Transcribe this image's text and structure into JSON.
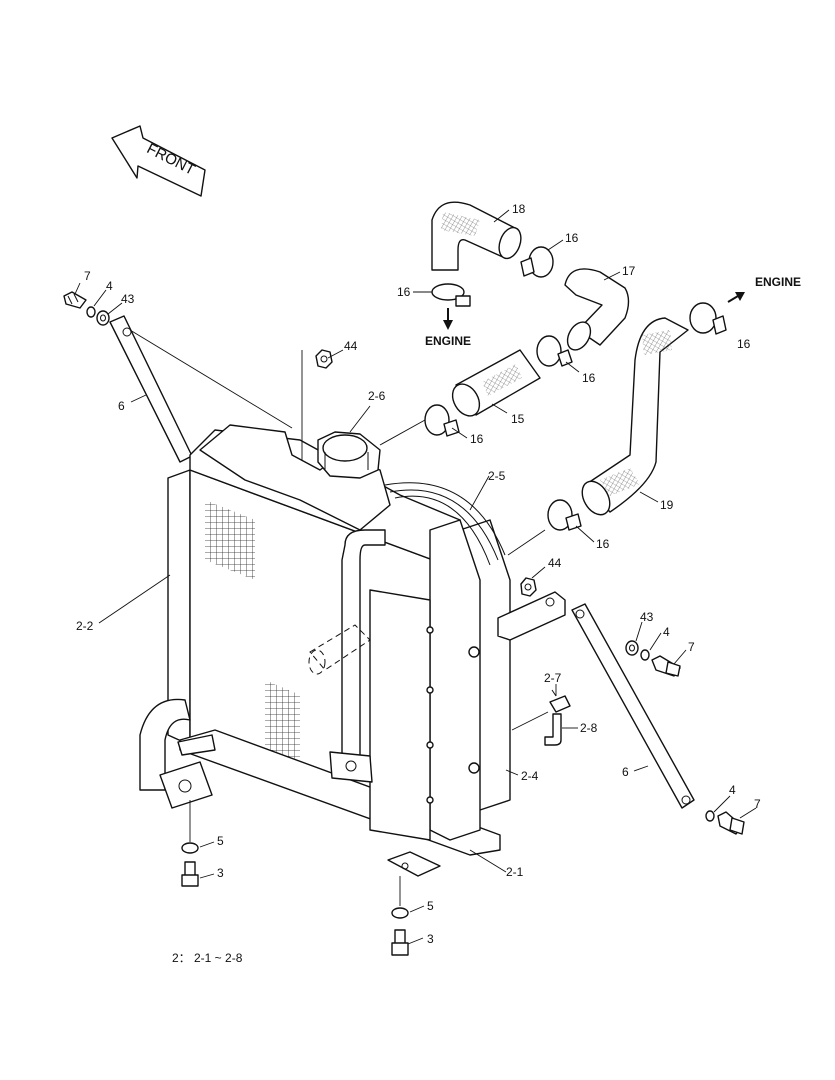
{
  "front_label": "FRONT",
  "engine_label": "ENGINE",
  "footnote": "2：  2-1 ~ 2-8",
  "callouts": [
    {
      "key": "c7a",
      "text": "7"
    },
    {
      "key": "c4a",
      "text": "4"
    },
    {
      "key": "c43a",
      "text": "43"
    },
    {
      "key": "c6a",
      "text": "6"
    },
    {
      "key": "c44a",
      "text": "44"
    },
    {
      "key": "c2_6",
      "text": "2-6"
    },
    {
      "key": "c18",
      "text": "18"
    },
    {
      "key": "c16a",
      "text": "16"
    },
    {
      "key": "c16b",
      "text": "16"
    },
    {
      "key": "c17",
      "text": "17"
    },
    {
      "key": "c16c",
      "text": "16"
    },
    {
      "key": "c16d",
      "text": "16"
    },
    {
      "key": "c15",
      "text": "15"
    },
    {
      "key": "c16e",
      "text": "16"
    },
    {
      "key": "c2_5",
      "text": "2-5"
    },
    {
      "key": "c19",
      "text": "19"
    },
    {
      "key": "c16f",
      "text": "16"
    },
    {
      "key": "c44b",
      "text": "44"
    },
    {
      "key": "c2_2",
      "text": "2-2"
    },
    {
      "key": "c43b",
      "text": "43"
    },
    {
      "key": "c4b",
      "text": "4"
    },
    {
      "key": "c7b",
      "text": "7"
    },
    {
      "key": "c2_7",
      "text": "2-7"
    },
    {
      "key": "c2_8",
      "text": "2-8"
    },
    {
      "key": "c2_4",
      "text": "2-4"
    },
    {
      "key": "c6b",
      "text": "6"
    },
    {
      "key": "c4c",
      "text": "4"
    },
    {
      "key": "c7c",
      "text": "7"
    },
    {
      "key": "c5a",
      "text": "5"
    },
    {
      "key": "c3a",
      "text": "3"
    },
    {
      "key": "c2_1",
      "text": "2-1"
    },
    {
      "key": "c5b",
      "text": "5"
    },
    {
      "key": "c3b",
      "text": "3"
    }
  ]
}
